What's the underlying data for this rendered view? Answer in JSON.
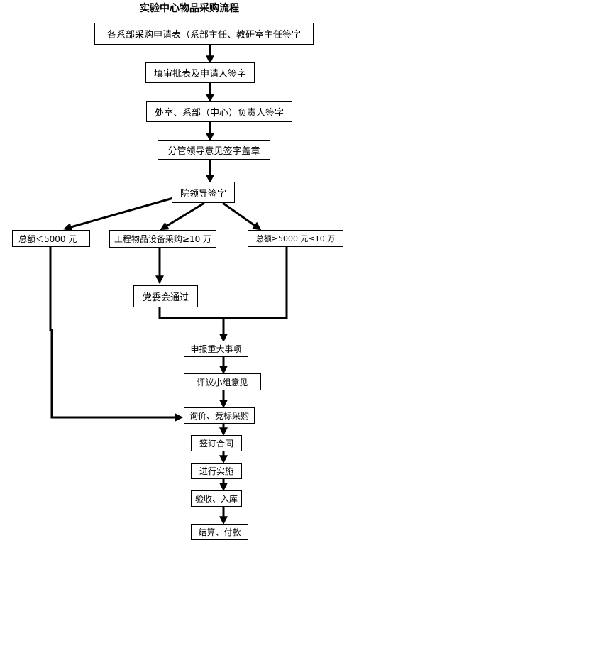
{
  "title": "实验中心物品采购流程",
  "nodes": {
    "application_form": "各系部采购申请表（系部主任、教研室主任签字",
    "fill_form": "填审批表及申请人签字",
    "dept_head_sign": "处室、系部（中心）负责人签字",
    "leader_sign_seal": "分管领导意见签字盖章",
    "college_leader_sign": "院领导签字",
    "total_lt_5000": "总额＜5000 元",
    "engineering_ge_10w": "工程物品设备采购≥10 万",
    "total_5000_to_10w": "总额≥5000 元≤10 万",
    "party_committee": "党委会通过",
    "report_major_matter": "申报重大事项",
    "review_group": "评议小组意见",
    "inquiry_bidding": "询价、竞标采购",
    "sign_contract": "签订合同",
    "implement": "进行实施",
    "acceptance_storage": "验收、入库",
    "settlement_payment": "结算、付款"
  }
}
